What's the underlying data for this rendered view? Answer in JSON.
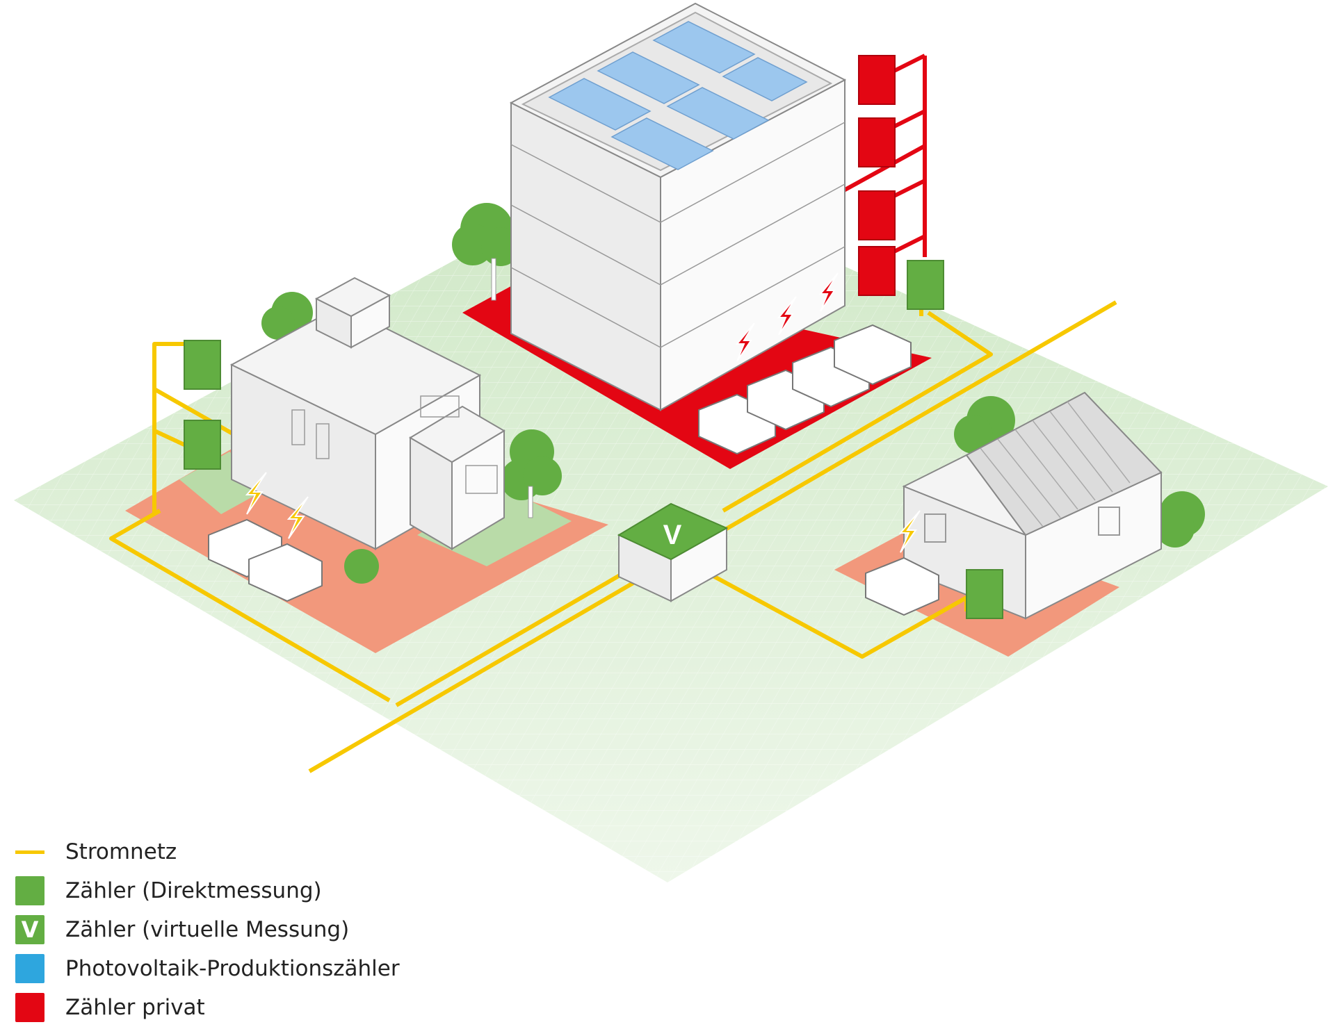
{
  "colors": {
    "grid_line": "#f7c800",
    "meter_direct": "#63ae43",
    "meter_virtual": "#63ae43",
    "meter_pv": "#2ea6de",
    "meter_private": "#e30613",
    "ground": "#dcefd6",
    "lot": "#f2987c",
    "building": "#f2f2f2"
  },
  "icons": {
    "virtual_meter_letter": "V"
  },
  "legend": {
    "items": [
      {
        "icon": "grid-line-icon",
        "label": "Stromnetz"
      },
      {
        "icon": "direct-meter-icon",
        "label": "Zähler (Direktmessung)"
      },
      {
        "icon": "virtual-meter-icon",
        "label": "Zähler (virtuelle Messung)"
      },
      {
        "icon": "pv-meter-icon",
        "label": "Photovoltaik-Produktionszähler"
      },
      {
        "icon": "private-meter-icon",
        "label": "Zähler privat"
      }
    ]
  }
}
